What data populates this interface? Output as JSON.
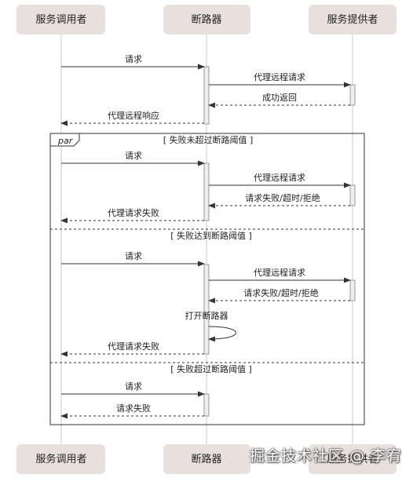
{
  "participants": [
    {
      "id": "caller",
      "label": "服务调用者"
    },
    {
      "id": "breaker",
      "label": "断路器"
    },
    {
      "id": "provider",
      "label": "服务提供者"
    }
  ],
  "messages": [
    {
      "label": "请求",
      "from": "caller",
      "to": "breaker",
      "style": "solid"
    },
    {
      "label": "代理远程请求",
      "from": "breaker",
      "to": "provider",
      "style": "solid"
    },
    {
      "label": "成功返回",
      "from": "provider",
      "to": "breaker",
      "style": "dashed"
    },
    {
      "label": "代理远程响应",
      "from": "breaker",
      "to": "caller",
      "style": "dashed"
    }
  ],
  "fragment": {
    "operator": "par",
    "sections": [
      {
        "guard": "[ 失败未超过断路阈值 ]",
        "messages": [
          {
            "label": "请求",
            "from": "caller",
            "to": "breaker",
            "style": "solid"
          },
          {
            "label": "代理远程请求",
            "from": "breaker",
            "to": "provider",
            "style": "solid"
          },
          {
            "label": "请求失败/超时/拒绝",
            "from": "provider",
            "to": "breaker",
            "style": "dashed"
          },
          {
            "label": "代理请求失败",
            "from": "breaker",
            "to": "caller",
            "style": "dashed"
          }
        ]
      },
      {
        "guard": "[ 失败达到断路阈值 ]",
        "messages": [
          {
            "label": "请求",
            "from": "caller",
            "to": "breaker",
            "style": "solid"
          },
          {
            "label": "代理远程请求",
            "from": "breaker",
            "to": "provider",
            "style": "solid"
          },
          {
            "label": "请求失败/超时/拒绝",
            "from": "provider",
            "to": "breaker",
            "style": "dashed"
          },
          {
            "label": "打开断路器",
            "from": "breaker",
            "to": "breaker",
            "style": "solid"
          },
          {
            "label": "代理请求失败",
            "from": "breaker",
            "to": "caller",
            "style": "dashed"
          }
        ]
      },
      {
        "guard": "[ 失败超过断路阈值 ]",
        "messages": [
          {
            "label": "请求",
            "from": "caller",
            "to": "breaker",
            "style": "solid"
          },
          {
            "label": "请求失败",
            "from": "breaker",
            "to": "caller",
            "style": "dashed"
          }
        ]
      }
    ]
  },
  "watermark": "掘金技术社区 @ 李宥",
  "colors": {
    "participant_fill": "#e8e0dc",
    "line": "#333333",
    "lifeline": "#c8c8c8",
    "activation_fill": "#eeeeee",
    "text": "#222222"
  }
}
